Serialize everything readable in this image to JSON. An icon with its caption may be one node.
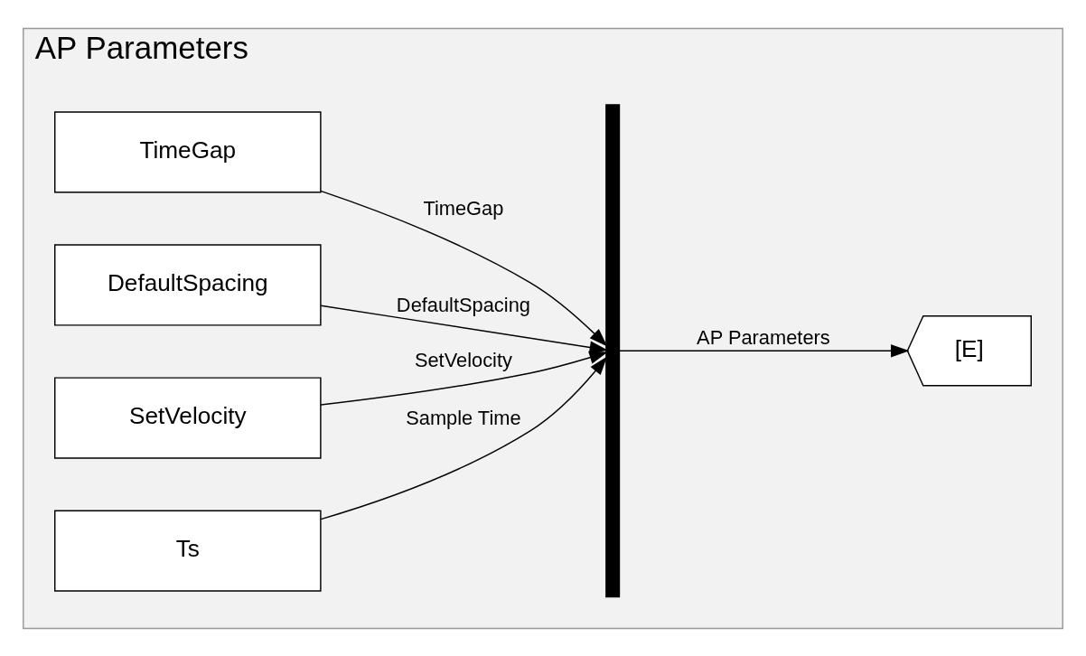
{
  "diagram": {
    "nodes": [
      {
        "text": [
          "AP Parameters"
        ]
      },
      {
        "text": [
          "TimeGap"
        ],
        "in": 0
      },
      {
        "text": [
          "DefaultSpacing"
        ],
        "in": 0
      },
      {
        "text": [
          "SetVelocity"
        ],
        "in": 0
      },
      {
        "text": [
          "Ts"
        ],
        "in": 0
      },
      {
        "text": [],
        "shape": "bar",
        "in": 0
      },
      {
        "text": [
          "[E]"
        ],
        "in": 0
      }
    ],
    "edges": [
      {
        "from": 1,
        "to": 5,
        "arrow": "to",
        "label": "TimeGap"
      },
      {
        "from": 2,
        "to": 5,
        "arrow": "to",
        "label": "DefaultSpacing"
      },
      {
        "from": 3,
        "to": 5,
        "arrow": "to",
        "label": "SetVelocity"
      },
      {
        "from": 4,
        "to": 5,
        "arrow": "to",
        "label": "Sample Time"
      },
      {
        "from": 5,
        "to": 6,
        "arrow": "to",
        "label": "AP Parameters"
      }
    ]
  }
}
